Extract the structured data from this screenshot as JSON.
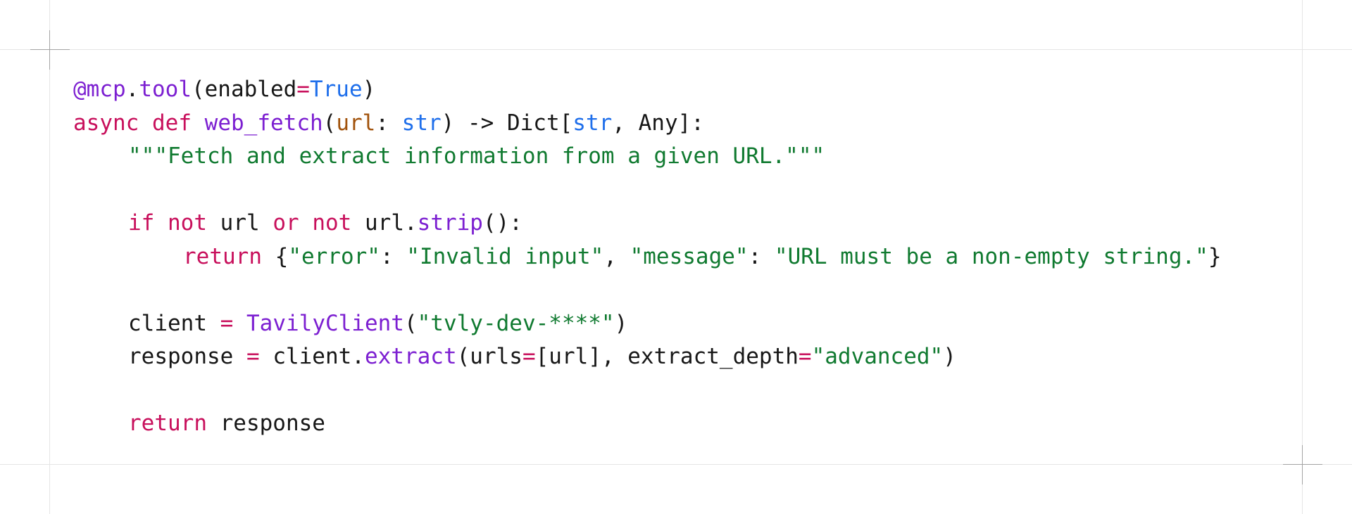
{
  "colors": {
    "background": "#ffffff",
    "guide_line": "#e5e5e5",
    "crosshair": "#a3a3a3",
    "keyword": "#c8105c",
    "function": "#7c1fd1",
    "builtin": "#1f6feb",
    "string": "#107a30",
    "parameter": "#a1520b",
    "plain": "#171717"
  },
  "code": {
    "language": "python",
    "lines": [
      {
        "indent": 0,
        "tokens": [
          {
            "t": "fn",
            "v": "@mcp"
          },
          {
            "t": "plain",
            "v": "."
          },
          {
            "t": "fn",
            "v": "tool"
          },
          {
            "t": "plain",
            "v": "(enabled"
          },
          {
            "t": "op",
            "v": "="
          },
          {
            "t": "builtin",
            "v": "True"
          },
          {
            "t": "plain",
            "v": ")"
          }
        ]
      },
      {
        "indent": 0,
        "tokens": [
          {
            "t": "kw",
            "v": "async"
          },
          {
            "t": "plain",
            "v": " "
          },
          {
            "t": "kw",
            "v": "def"
          },
          {
            "t": "plain",
            "v": " "
          },
          {
            "t": "fn",
            "v": "web_fetch"
          },
          {
            "t": "plain",
            "v": "("
          },
          {
            "t": "param",
            "v": "url"
          },
          {
            "t": "plain",
            "v": ": "
          },
          {
            "t": "builtin",
            "v": "str"
          },
          {
            "t": "plain",
            "v": ") -> Dict["
          },
          {
            "t": "builtin",
            "v": "str"
          },
          {
            "t": "plain",
            "v": ", Any]:"
          }
        ]
      },
      {
        "indent": 1,
        "tokens": [
          {
            "t": "str",
            "v": "\"\"\"Fetch and extract information from a given URL.\"\"\""
          }
        ]
      },
      {
        "indent": 0,
        "tokens": []
      },
      {
        "indent": 1,
        "tokens": [
          {
            "t": "kw",
            "v": "if"
          },
          {
            "t": "plain",
            "v": " "
          },
          {
            "t": "kw",
            "v": "not"
          },
          {
            "t": "plain",
            "v": " url "
          },
          {
            "t": "kw",
            "v": "or"
          },
          {
            "t": "plain",
            "v": " "
          },
          {
            "t": "kw",
            "v": "not"
          },
          {
            "t": "plain",
            "v": " url."
          },
          {
            "t": "fn",
            "v": "strip"
          },
          {
            "t": "plain",
            "v": "():"
          }
        ]
      },
      {
        "indent": 2,
        "tokens": [
          {
            "t": "kw",
            "v": "return"
          },
          {
            "t": "plain",
            "v": " {"
          },
          {
            "t": "str",
            "v": "\"error\""
          },
          {
            "t": "plain",
            "v": ": "
          },
          {
            "t": "str",
            "v": "\"Invalid input\""
          },
          {
            "t": "plain",
            "v": ", "
          },
          {
            "t": "str",
            "v": "\"message\""
          },
          {
            "t": "plain",
            "v": ": "
          },
          {
            "t": "str",
            "v": "\"URL must be a non-empty string.\""
          },
          {
            "t": "plain",
            "v": "}"
          }
        ]
      },
      {
        "indent": 0,
        "tokens": []
      },
      {
        "indent": 1,
        "tokens": [
          {
            "t": "plain",
            "v": "client "
          },
          {
            "t": "op",
            "v": "="
          },
          {
            "t": "plain",
            "v": " "
          },
          {
            "t": "fn",
            "v": "TavilyClient"
          },
          {
            "t": "plain",
            "v": "("
          },
          {
            "t": "str",
            "v": "\"tvly-dev-****\""
          },
          {
            "t": "plain",
            "v": ")"
          }
        ]
      },
      {
        "indent": 1,
        "tokens": [
          {
            "t": "plain",
            "v": "response "
          },
          {
            "t": "op",
            "v": "="
          },
          {
            "t": "plain",
            "v": " client."
          },
          {
            "t": "fn",
            "v": "extract"
          },
          {
            "t": "plain",
            "v": "(urls"
          },
          {
            "t": "op",
            "v": "="
          },
          {
            "t": "plain",
            "v": "[url], extract_depth"
          },
          {
            "t": "op",
            "v": "="
          },
          {
            "t": "str",
            "v": "\"advanced\""
          },
          {
            "t": "plain",
            "v": ")"
          }
        ]
      },
      {
        "indent": 0,
        "tokens": []
      },
      {
        "indent": 1,
        "tokens": [
          {
            "t": "kw",
            "v": "return"
          },
          {
            "t": "plain",
            "v": " response"
          }
        ]
      }
    ]
  }
}
